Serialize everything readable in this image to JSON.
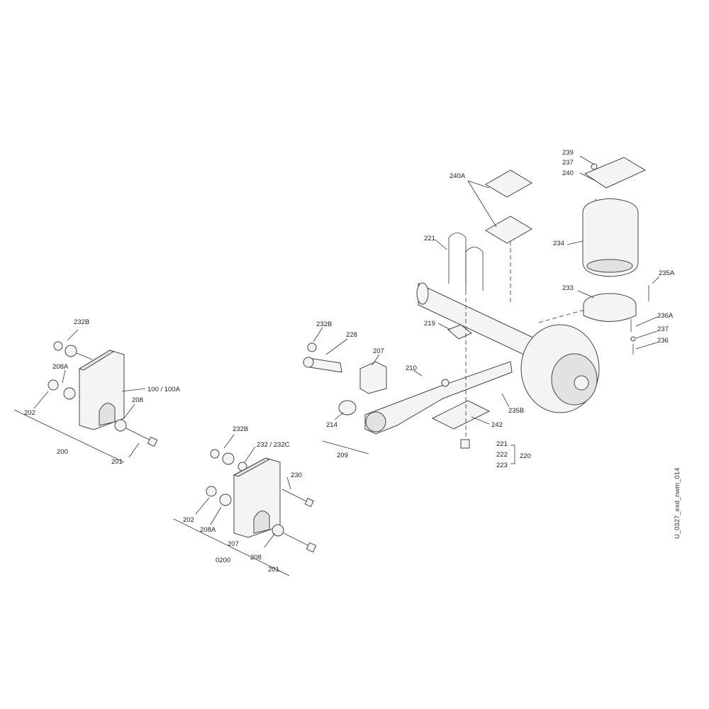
{
  "drawing_code": "U_0327_exd_nwm_014",
  "labels": {
    "l232b_a": "232B",
    "l208a_a": "208A",
    "l100": "100 / 100A",
    "l208_a": "208",
    "l202_a": "202",
    "l200": "200",
    "l201_a": "201",
    "l232b_b": "232B",
    "l232": "232 / 232C",
    "l230": "230",
    "l202_b": "202",
    "l208a_b": "208A",
    "l207_b": "207",
    "l0200": "0200",
    "l208_b": "208",
    "l201_b": "201",
    "l232b_c": "232B",
    "l228": "228",
    "l207_c": "207",
    "l210": "210",
    "l214": "214",
    "l209": "209",
    "l219": "219",
    "l221_a": "221",
    "l240a": "240A",
    "l239": "239",
    "l237_a": "237",
    "l240": "240",
    "l234": "234",
    "l235a": "235A",
    "l233": "233",
    "l236a": "236A",
    "l237_b": "237",
    "l236": "236",
    "l235b": "235B",
    "l242": "242",
    "l221_b": "221",
    "l222": "222",
    "l223": "223",
    "l220": "220"
  }
}
